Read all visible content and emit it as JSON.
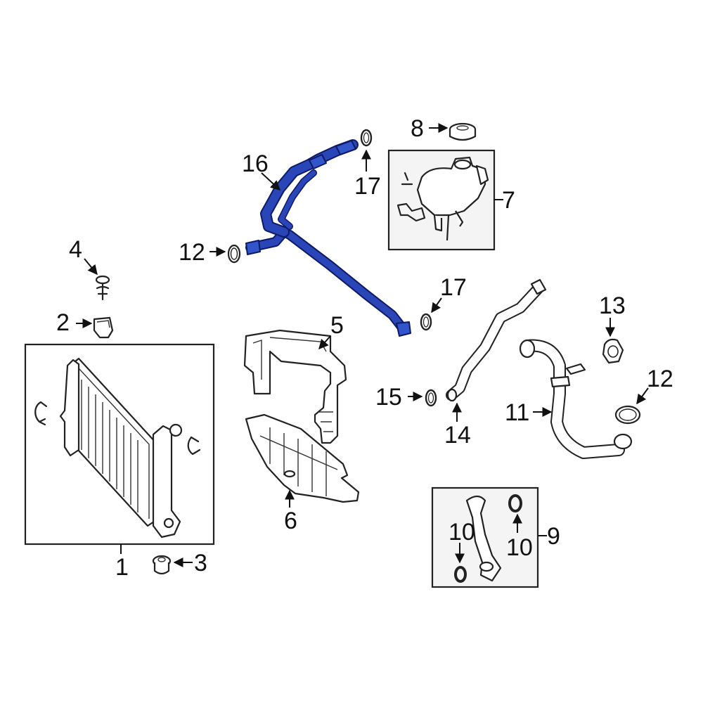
{
  "highlight_color": "#3355cc",
  "callouts": {
    "radiator": "1",
    "bracket_clip": "2",
    "bottom_mount": "3",
    "pin_fastener": "4",
    "upper_air_guide": "5",
    "lower_air_guide": "6",
    "reservoir_assembly": "7",
    "reservoir_cap": "8",
    "hose_kit": "9",
    "kit_o_ring_left": "10",
    "kit_o_ring_right": "10",
    "lower_hose": "11",
    "o_ring_right": "12",
    "o_ring_left": "12",
    "hose_clamp": "13",
    "bypass_hose": "14",
    "o_ring_small": "15",
    "vent_hose_highlighted": "16",
    "o_ring_top": "17",
    "o_ring_mid": "17"
  }
}
